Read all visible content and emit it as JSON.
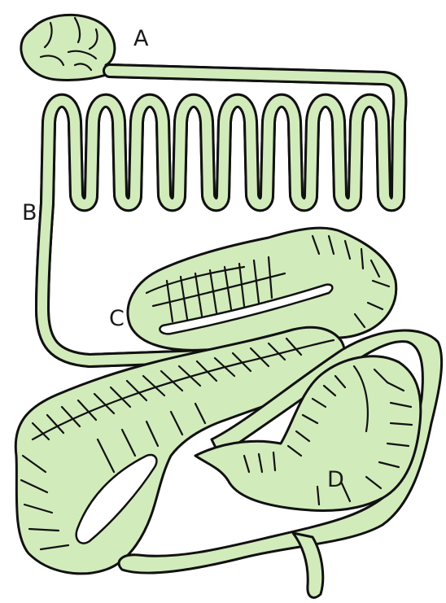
{
  "labels": {
    "a": "A",
    "b": "B",
    "c": "C",
    "d": "D"
  },
  "colors": {
    "tissue": "#d2ebbb",
    "outline": "#111111",
    "background": "#ffffff"
  }
}
